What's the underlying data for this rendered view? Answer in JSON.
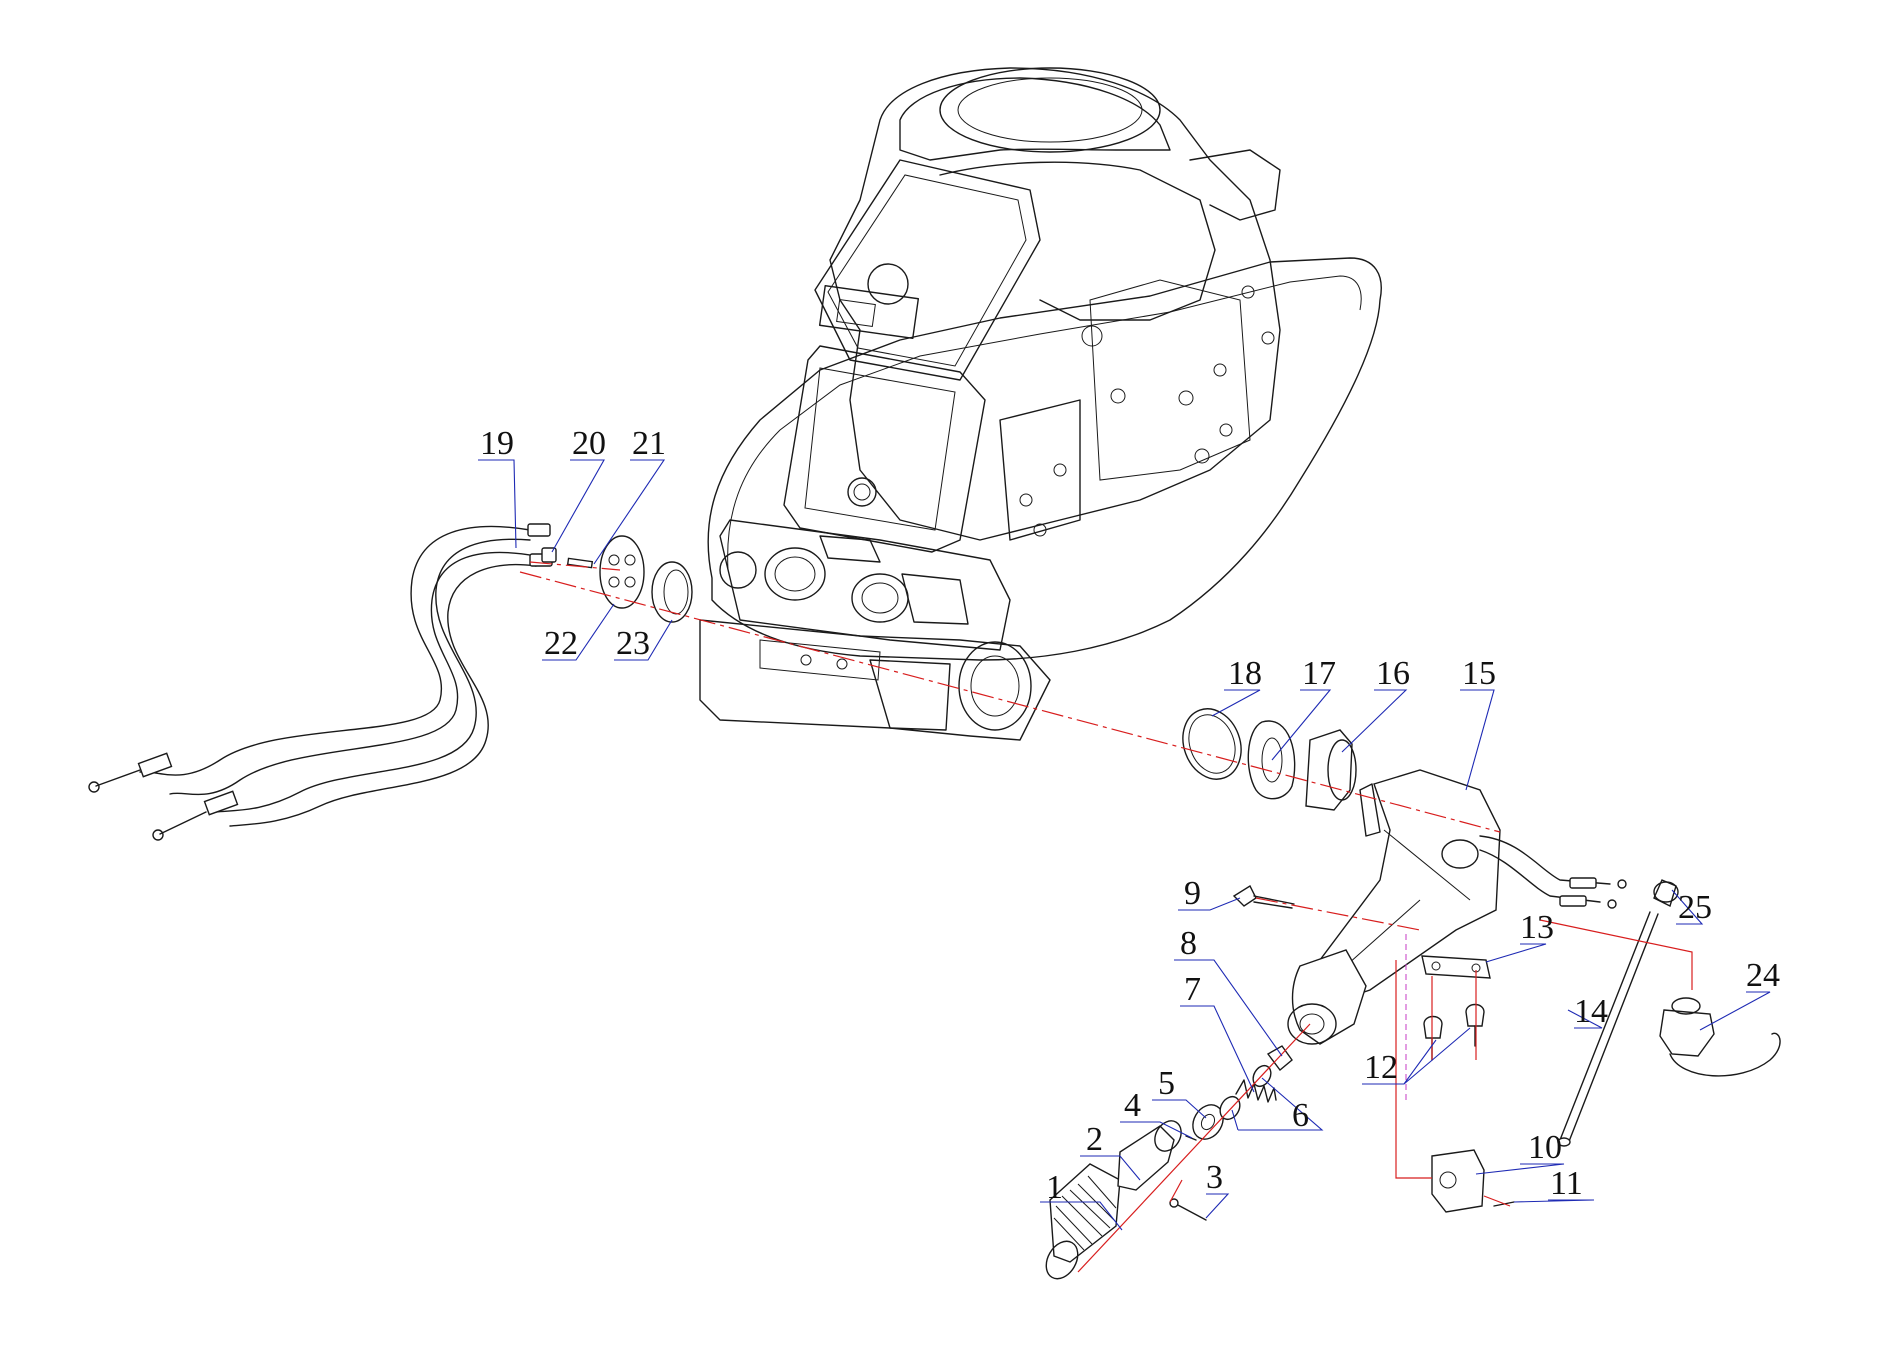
{
  "diagram": {
    "labels": [
      "1",
      "2",
      "3",
      "4",
      "5",
      "6",
      "7",
      "8",
      "9",
      "10",
      "11",
      "12",
      "13",
      "14",
      "15",
      "16",
      "17",
      "18",
      "19",
      "20",
      "21",
      "22",
      "23",
      "24",
      "25"
    ],
    "colors": {
      "line": "#1a1a1a",
      "axis": "#d81e1e",
      "leader": "#1e2ab4",
      "background": "#ffffff"
    }
  }
}
